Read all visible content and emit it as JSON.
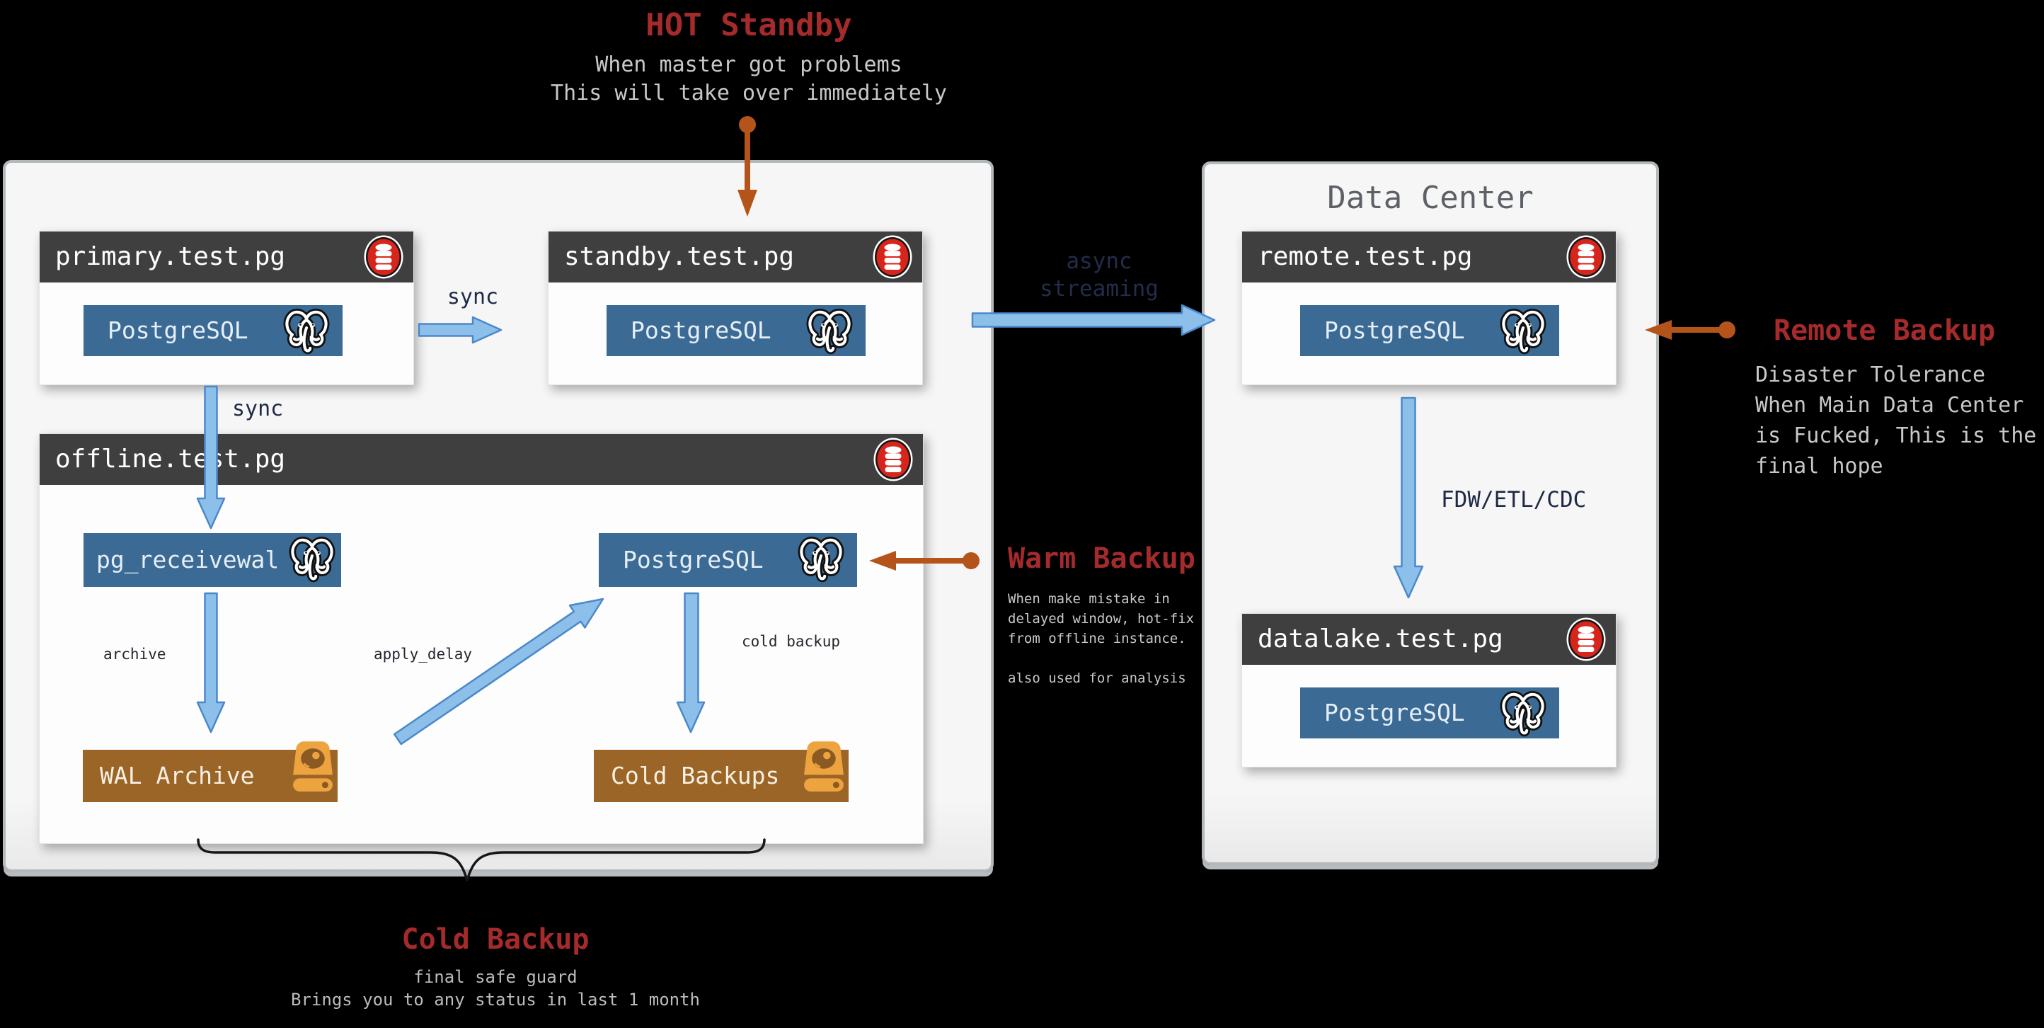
{
  "colors": {
    "background": "#000000",
    "accent_red": "#a52a2b",
    "arrow_orange": "#b4541b",
    "arrow_blue_fill": "#8cc0ea",
    "arrow_blue_stroke": "#4b88c9",
    "postgres_blue": "#3b6b94",
    "storage_brown": "#9a6527",
    "disk_orange": "#eda33e",
    "db_icon_red": "#d8251c",
    "node_header_dark": "#3f3f3f",
    "panel_background": "#f5f5f5",
    "edge_label_navy": "#1e2a45"
  },
  "hot_standby": {
    "title": "HOT Standby",
    "lines": [
      "When master got problems",
      "This will take over immediately"
    ]
  },
  "left_cluster": {
    "primary": {
      "title": "primary.test.pg",
      "component": "PostgreSQL"
    },
    "standby": {
      "title": "standby.test.pg",
      "component": "PostgreSQL"
    },
    "offline": {
      "title": "offline.test.pg",
      "receiver": "pg_receivewal",
      "postgres": "PostgreSQL",
      "wal_archive": "WAL Archive",
      "cold_backups": "Cold Backups"
    }
  },
  "data_center": {
    "title": "Data Center",
    "remote": {
      "title": "remote.test.pg",
      "component": "PostgreSQL"
    },
    "datalake": {
      "title": "datalake.test.pg",
      "component": "PostgreSQL"
    }
  },
  "edges": {
    "sync_top": "sync",
    "sync_down": "sync",
    "archive": "archive",
    "apply_delay": "apply_delay",
    "cold_backup": "cold backup",
    "async": [
      "async",
      "streaming"
    ],
    "fdw": "FDW/ETL/CDC"
  },
  "warm_backup": {
    "title": "Warm Backup",
    "lines": [
      "When make mistake in",
      "delayed window, hot-fix",
      "from offline instance.",
      "also used for analysis"
    ]
  },
  "remote_backup": {
    "title": "Remote Backup",
    "lines": [
      "Disaster Tolerance",
      "When Main Data Center",
      "is Fucked, This is the",
      "final hope"
    ]
  },
  "cold_backup": {
    "title": "Cold Backup",
    "lines": [
      "final safe guard",
      "Brings you to any status in last 1 month"
    ]
  }
}
